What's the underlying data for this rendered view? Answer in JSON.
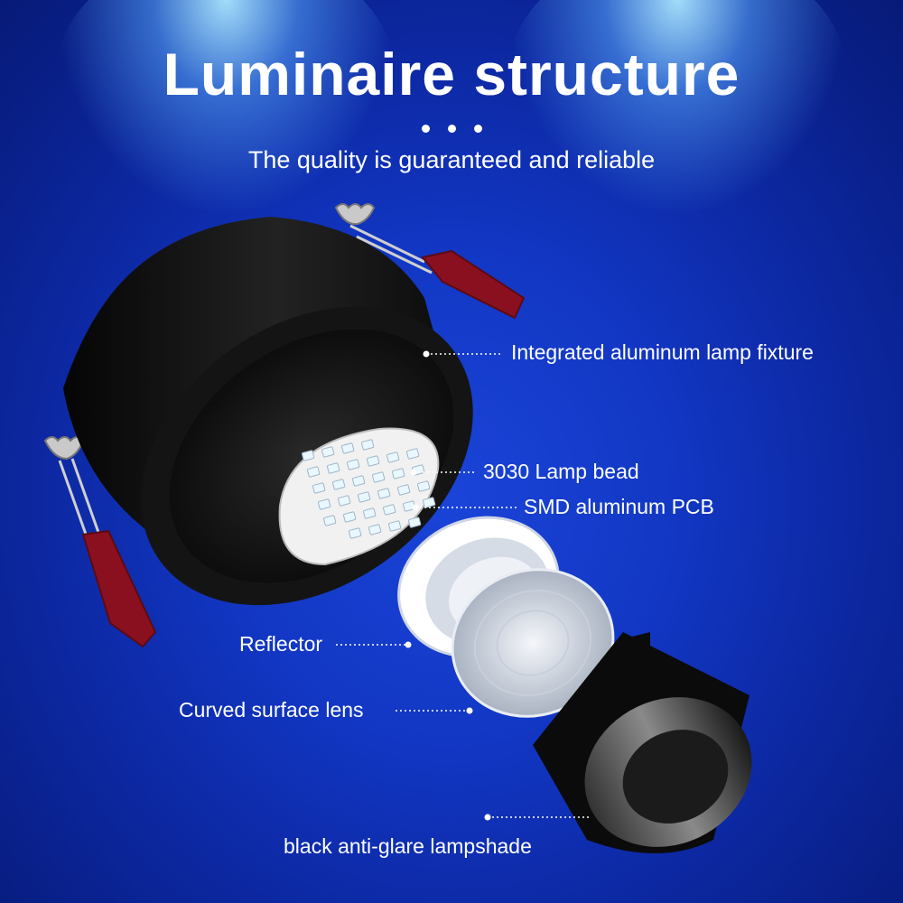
{
  "header": {
    "title": "Luminaire structure",
    "subtitle": "The quality is guaranteed and reliable"
  },
  "labels": {
    "fixture": "Integrated aluminum lamp fixture",
    "bead": "3030 Lamp bead",
    "pcb": "SMD aluminum PCB",
    "reflector": "Reflector",
    "lens": "Curved surface lens",
    "shade": "black anti-glare lampshade"
  },
  "colors": {
    "background": "#1237c4",
    "spotlight": "#aee6ff",
    "fixture_body": "#111111",
    "spring_tab": "#8a1020",
    "led": "#e9f7ff"
  }
}
